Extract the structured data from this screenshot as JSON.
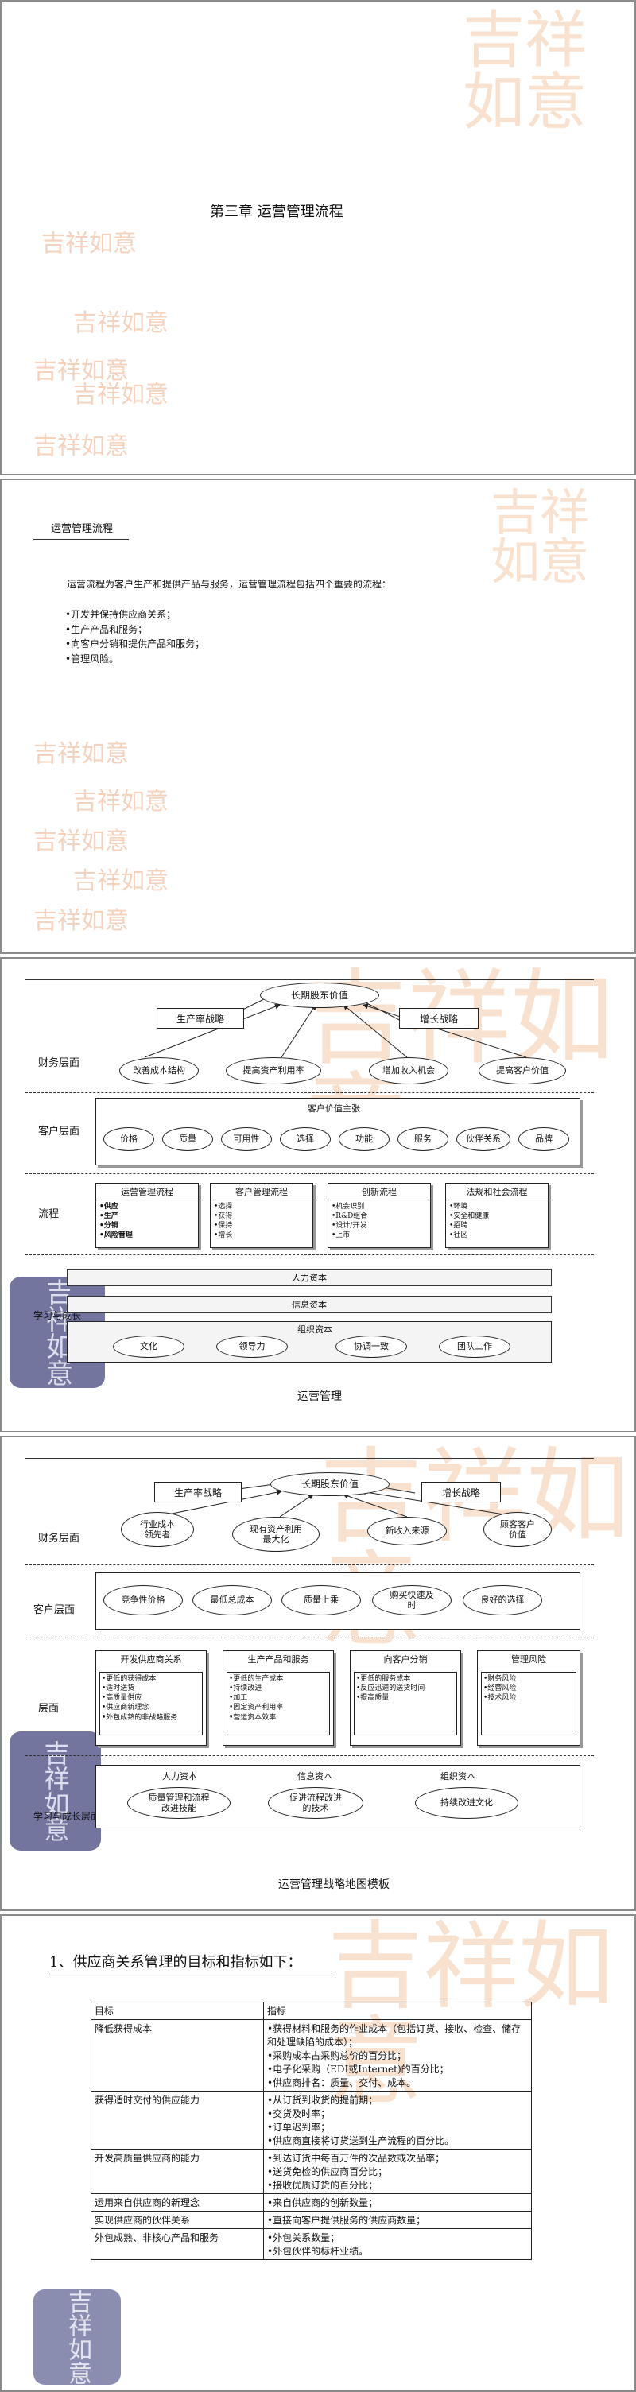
{
  "watermarks": {
    "brand": "吉祥如意",
    "brand_small": "吉祥如意",
    "seal": "吉祥如意"
  },
  "slide1": {
    "title": "第三章 运营管理流程"
  },
  "slide2": {
    "heading": "运营管理流程",
    "intro": "运营流程为客户生产和提供产品与服务，运营管理流程包括四个重要的流程：",
    "bullets": [
      "•开发并保持供应商关系；",
      "•生产产品和服务；",
      "•向客户分销和提供产品和服务；",
      "•管理风险。"
    ]
  },
  "slide3": {
    "caption": "运营管理",
    "layers": {
      "finance": "财务层面",
      "customer": "客户层面",
      "process": "流程",
      "learning": "学习与成长"
    },
    "top_left": "生产率战略",
    "top_center": "长期股东价值",
    "top_right": "增长战略",
    "finance_ovals": [
      "改善成本结构",
      "提高资产利用率",
      "增加收入机会",
      "提高客户价值"
    ],
    "cvp_title": "客户价值主张",
    "cvp_items": [
      "价格",
      "质量",
      "可用性",
      "选择",
      "功能",
      "服务",
      "伙伴关系",
      "品牌"
    ],
    "processes": [
      {
        "title": "运营管理流程",
        "items": [
          "•供应",
          "•生产",
          "•分销",
          "•风险管理"
        ]
      },
      {
        "title": "客户管理流程",
        "items": [
          "•选择",
          "•获得",
          "•保持",
          "•增长"
        ]
      },
      {
        "title": "创新流程",
        "items": [
          "•机会识别",
          "•R&D组合",
          "•设计/开发",
          "•上市"
        ]
      },
      {
        "title": "法规和社会流程",
        "items": [
          "•环境",
          "•安全和健康",
          "•招聘",
          "•社区"
        ]
      }
    ],
    "capitals": [
      "人力资本",
      "信息资本",
      "组织资本"
    ],
    "culture": [
      "文化",
      "领导力",
      "协调一致",
      "团队工作"
    ]
  },
  "slide4": {
    "caption": "运营管理战略地图模板",
    "layers": {
      "finance": "财务层面",
      "customer": "客户层面",
      "process": "层面",
      "learning": "学习与成长层面"
    },
    "top_left": "生产率战略",
    "top_center": "长期股东价值",
    "top_right": "增长战略",
    "finance_ovals": [
      "行业成本领先者",
      "现有资产利用最大化",
      "新收入来源",
      "顾客客户价值"
    ],
    "customer_ovals": [
      "竞争性价格",
      "最低总成本",
      "质量上乘",
      "购买快速及时",
      "良好的选择"
    ],
    "processes": [
      {
        "title": "开发供应商关系",
        "items": [
          "•更低的获得成本",
          "•适时送货",
          "•高质量供应",
          "•供应商新理念",
          "•外包成熟的非战略服务"
        ]
      },
      {
        "title": "生产产品和服务",
        "items": [
          "•更低的生产成本",
          "•持续改进",
          "•加工",
          "•固定资产利用率",
          "•营运资本效率"
        ]
      },
      {
        "title": "向客户分销",
        "items": [
          "•更低的服务成本",
          "•反应迅速的送货时间",
          "•提高质量"
        ]
      },
      {
        "title": "管理风险",
        "items": [
          "•财务风险",
          "•经营风险",
          "•技术风险"
        ]
      }
    ],
    "capitals": [
      "人力资本",
      "信息资本",
      "组织资本"
    ],
    "capital_desc": [
      "质量管理和流程改进技能",
      "促进流程改进的技术",
      "持续改进文化"
    ]
  },
  "slide5": {
    "heading": "1、供应商关系管理的目标和指标如下：",
    "table_headers": [
      "目标",
      "指标"
    ],
    "rows": [
      {
        "goal": "降低获得成本",
        "metrics": [
          "•获得材料和服务的作业成本（包括订货、接收、检查、储存和处理缺陷的成本）；",
          "•采购成本占采购总价的百分比；",
          "•电子化采购（EDI或Internet)的百分比；",
          "•供应商排名：质量、交付、成本。"
        ]
      },
      {
        "goal": "获得适时交付的供应能力",
        "metrics": [
          "•从订货到收货的提前期；",
          "•交货及时率；",
          "•订单迟到率；",
          "•供应商直接将订货送到生产流程的百分比。"
        ]
      },
      {
        "goal": "开发高质量供应商的能力",
        "metrics": [
          "•到达订货中每百万件的次品数或次品率；",
          "•送货免检的供应商百分比；",
          "•接收优质订货的百分比；"
        ]
      },
      {
        "goal": "运用来自供应商的新理念",
        "metrics": [
          "•来自供应商的创新数量；"
        ]
      },
      {
        "goal": "实现供应商的伙伴关系",
        "metrics": [
          "•直接向客户提供服务的供应商数量；"
        ]
      },
      {
        "goal": "外包成熟、非核心产品和服务",
        "metrics": [
          "•外包关系数量；",
          "•外包伙伴的标杆业绩。"
        ]
      }
    ]
  }
}
